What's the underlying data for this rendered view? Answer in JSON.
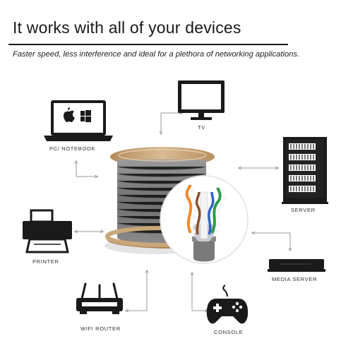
{
  "header": {
    "title": "It works with all of your devices",
    "subtitle": "Faster speed, less interference and ideal for a plethora of  networking applications."
  },
  "devices": {
    "pc": {
      "label": "PC/ NOTEBOOK",
      "icon": "laptop-icon"
    },
    "tv": {
      "label": "TV",
      "icon": "tv-icon"
    },
    "server": {
      "label": "SERVER",
      "icon": "server-rack-icon"
    },
    "printer": {
      "label": "PRINTER",
      "icon": "printer-icon"
    },
    "media_server": {
      "label": "MEDIA SERVER",
      "icon": "media-server-icon"
    },
    "wifi_router": {
      "label": "WIFI ROUTER",
      "icon": "wifi-router-icon"
    },
    "console": {
      "label": "CONSOLE",
      "icon": "gamepad-icon"
    }
  },
  "colors": {
    "text": "#1a1a1a",
    "arrow": "#9a9a9a",
    "cable": "#7d7d7d",
    "spool_wood": "#c9a77a"
  }
}
